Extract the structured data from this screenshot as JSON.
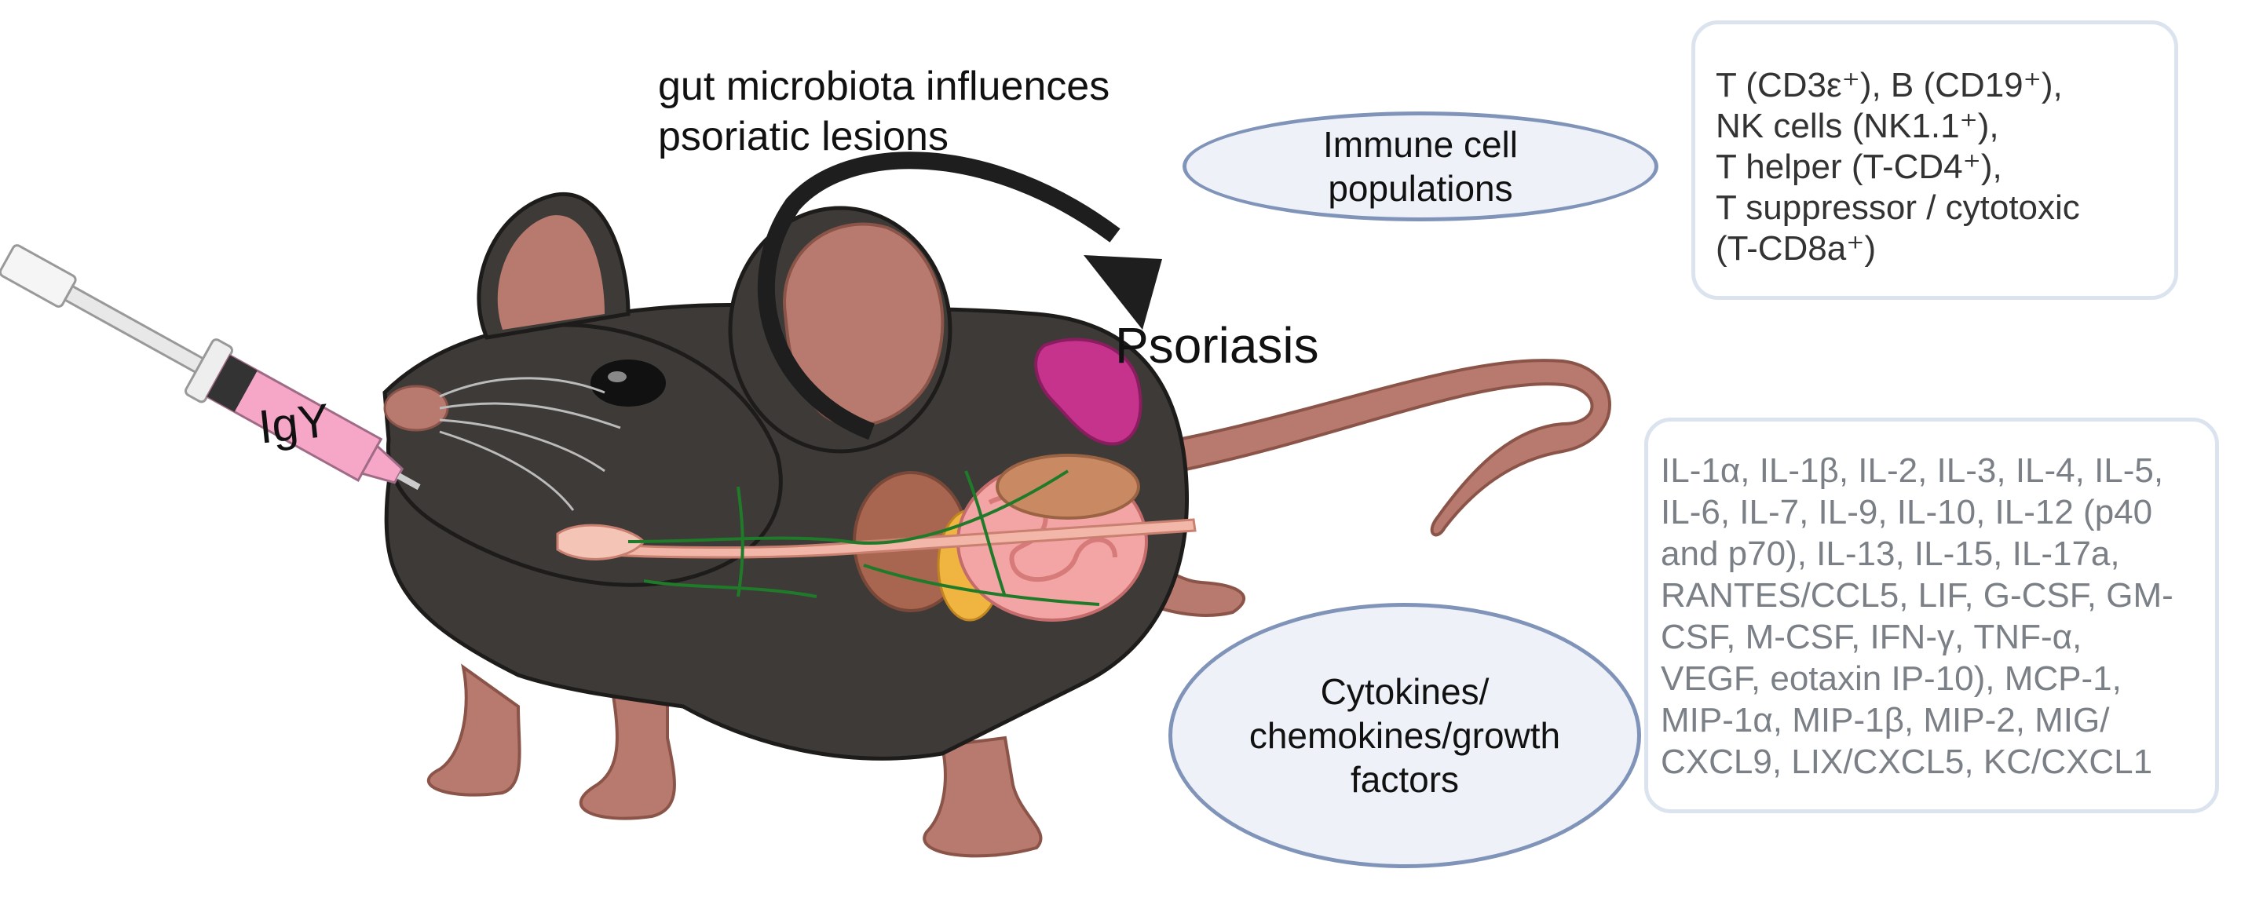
{
  "labels": {
    "gut_caption_line1": "gut microbiota influences",
    "gut_caption_line2": "psoriatic lesions",
    "psoriasis": "Psoriasis",
    "igy": "IgY"
  },
  "immune": {
    "title_line1": "Immune cell",
    "title_line2": "populations",
    "lines": [
      "T (CD3ε⁺), B (CD19⁺),",
      "NK cells (NK1.1⁺),",
      "T helper (T-CD4⁺),",
      "T suppressor / cytotoxic",
      "(T-CD8a⁺)"
    ]
  },
  "cytokines": {
    "title_line1": "Cytokines/",
    "title_line2": "chemokines/growth",
    "title_line3": "factors",
    "lines": [
      "IL-1α, IL-1β, IL-2, IL-3, IL-4, IL-5,",
      "IL-6, IL-7, IL-9, IL-10, IL-12 (p40",
      "and p70), IL-13, IL-15, IL-17a,",
      "RANTES/CCL5, LIF, G-CSF, GM-",
      "CSF, M-CSF, IFN-γ, TNF-α,",
      "VEGF, eotaxin IP-10), MCP-1,",
      "MIP-1α, MIP-1β, MIP-2, MIG/",
      "CXCL9, LIX/CXCL5, KC/CXCL1"
    ]
  },
  "colors": {
    "mouse_body": "#3d3a37",
    "mouse_skin": "#b87a6e",
    "psoriasis_lesion": "#c5338c",
    "syringe_fluid": "#f6a7c8",
    "lymph_vessels": "#1f7a2a",
    "ellipse_fill": "#eef2f8",
    "ellipse_border": "#8093b8",
    "box_border": "#dbe3ef",
    "box_text_cytokines": "#7b7f86"
  }
}
